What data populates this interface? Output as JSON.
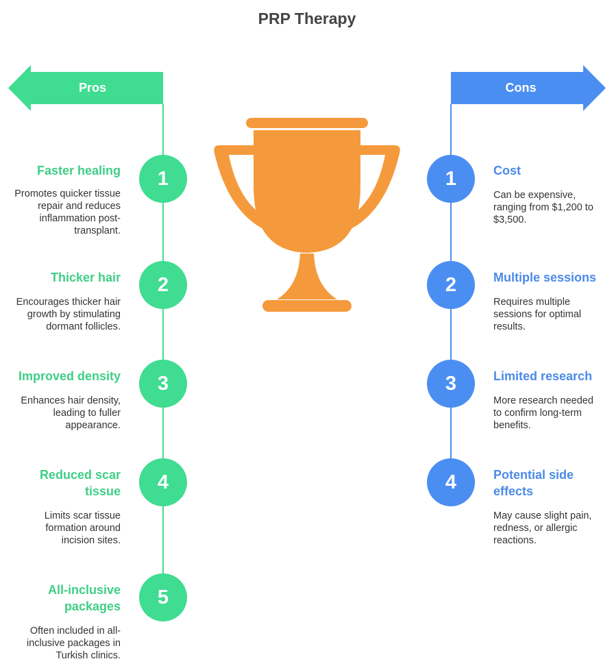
{
  "title": "PRP Therapy",
  "colors": {
    "pros": "#3fdc91",
    "pros_text": "#3fcf86",
    "cons": "#4b8ef2",
    "cons_text": "#4b8ae8",
    "trophy": "#f59a3c"
  },
  "pros": {
    "label": "Pros",
    "items": [
      {
        "num": "1",
        "title": "Faster healing",
        "desc": "Promotes quicker tissue repair and reduces inflammation post-transplant."
      },
      {
        "num": "2",
        "title": "Thicker hair",
        "desc": "Encourages thicker hair growth by stimulating dormant follicles."
      },
      {
        "num": "3",
        "title": "Improved density",
        "desc": "Enhances hair density, leading to fuller appearance."
      },
      {
        "num": "4",
        "title": "Reduced scar tissue",
        "desc": "Limits scar tissue formation around incision sites."
      },
      {
        "num": "5",
        "title": "All-inclusive packages",
        "desc": "Often included in all-inclusive packages in Turkish clinics."
      }
    ]
  },
  "cons": {
    "label": "Cons",
    "items": [
      {
        "num": "1",
        "title": "Cost",
        "desc": "Can be expensive, ranging from $1,200 to $3,500."
      },
      {
        "num": "2",
        "title": "Multiple sessions",
        "desc": "Requires multiple sessions for optimal results."
      },
      {
        "num": "3",
        "title": "Limited research",
        "desc": "More research needed to confirm long-term benefits."
      },
      {
        "num": "4",
        "title": "Potential side effects",
        "desc": "May cause slight pain, redness, or allergic reactions."
      }
    ]
  }
}
